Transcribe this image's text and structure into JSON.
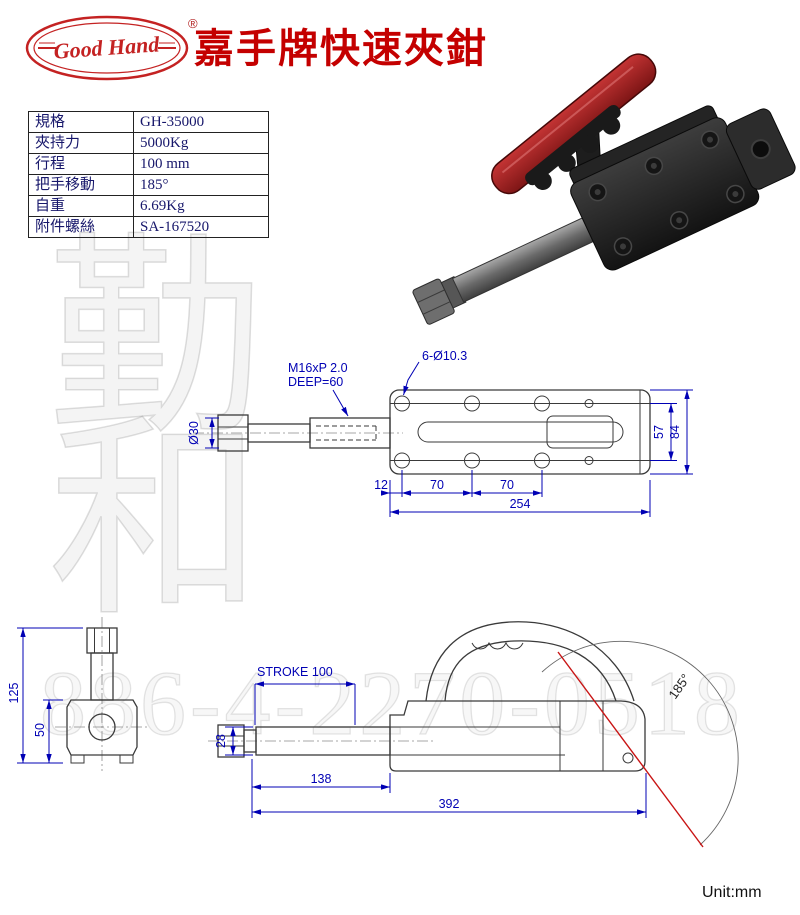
{
  "brand": {
    "name": "Good Hand",
    "registered": "®"
  },
  "title": "嘉手牌快速夾鉗",
  "spec_table": {
    "rows": [
      {
        "label": "規格",
        "value": "GH-35000"
      },
      {
        "label": "夾持力",
        "value": "5000Kg"
      },
      {
        "label": "行程",
        "value": "100 mm"
      },
      {
        "label": "把手移動",
        "value": "185°"
      },
      {
        "label": "自重",
        "value": "6.69Kg"
      },
      {
        "label": "附件螺絲",
        "value": "SA-167520"
      }
    ]
  },
  "top_view": {
    "thread_label": "M16xP 2.0",
    "thread_depth": "DEEP=60",
    "holes_label": "6-Ø10.3",
    "rod_diameter": "Ø30",
    "height_inner": "57",
    "height_outer": "84",
    "offset_left": "12",
    "pitch_1": "70",
    "pitch_2": "70",
    "length_total": "254"
  },
  "side_view": {
    "height_total": "125",
    "base_height": "50",
    "stroke_label": "STROKE 100",
    "rod_diameter": "28",
    "length_front": "138",
    "length_total": "392",
    "handle_angle": "185°"
  },
  "watermark": {
    "characters": [
      "勤",
      "和"
    ],
    "phone": "886-4-2270-0518"
  },
  "footer": {
    "unit_label": "Unit:mm"
  },
  "colors": {
    "accent_red": "#c40000",
    "dimension_blue": "#0000b4",
    "handle_red": "#b02a2a",
    "body_black": "#1d1d1d"
  }
}
